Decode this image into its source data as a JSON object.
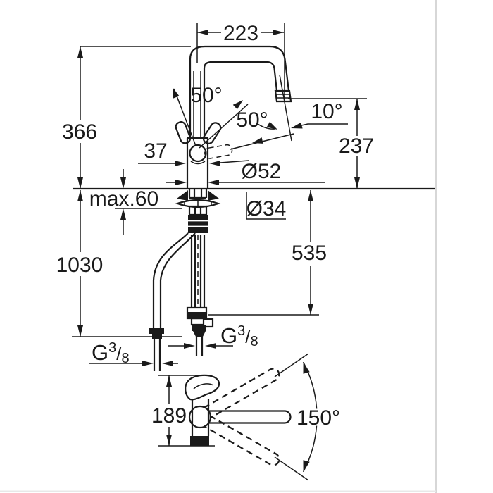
{
  "drawing": {
    "kind": "faucet-technical-dimension-drawing",
    "views": [
      "side-view-with-installation",
      "plan-view-swivel-range"
    ]
  },
  "labels": {
    "reach": "223",
    "handle_angle_left": "50°",
    "handle_angle_right": "50°",
    "spout_tilt": "10°",
    "height_above_deck": "366",
    "dim_37": "37",
    "outlet_height": "237",
    "body_diameter": "Ø52",
    "deck_thickness_max": "max.60",
    "hole_diameter": "Ø34",
    "hose_length": "1030",
    "supply_drop": "535",
    "base_height": "189",
    "swivel_range": "150°",
    "thread_left": {
      "g": "G",
      "sup": "3",
      "slash": "/",
      "sub": "8"
    },
    "thread_right": {
      "g": "G",
      "sup": "3",
      "slash": "/",
      "sub": "8"
    }
  },
  "colors": {
    "line": "#1a1a1a",
    "page_border": "#d7d7d7",
    "page_border_soft": "#e8e8e8",
    "background": "#ffffff"
  }
}
